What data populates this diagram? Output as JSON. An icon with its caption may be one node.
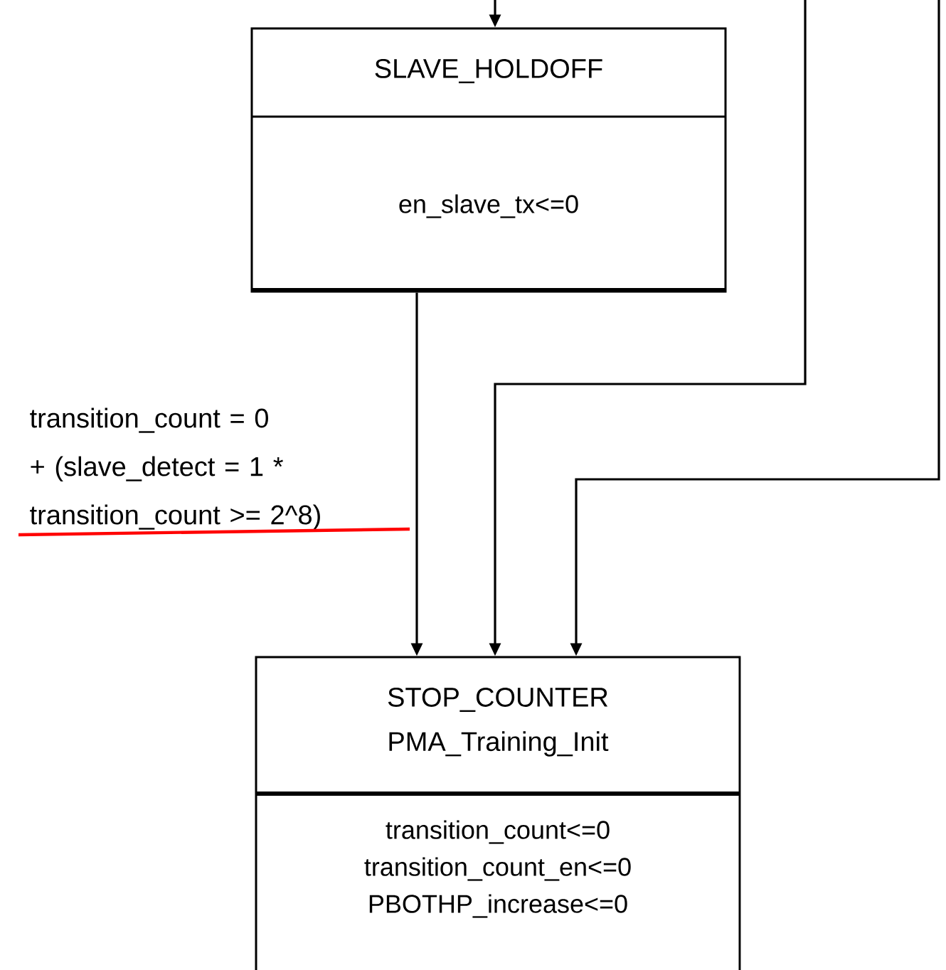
{
  "diagram": {
    "nodes": [
      {
        "text": [
          "SLAVE_HOLDOFF",
          "en_slave_tx<=0"
        ]
      },
      {
        "text": [
          "STOP_COUNTER",
          "PMA_Training_Init",
          "transition_count<=0",
          "transition_count_en<=0",
          "PBOTHP_increase<=0"
        ]
      }
    ],
    "edges": [
      {
        "from": null,
        "to": 0,
        "arrow": "to"
      },
      {
        "from": 0,
        "to": 1,
        "arrow": "to",
        "label": "transition_count = 0 + (slave_detect = 1 * transition_count >= 2^8)"
      },
      {
        "from": null,
        "to": 1,
        "arrow": "to"
      },
      {
        "from": null,
        "to": 1,
        "arrow": "to"
      }
    ]
  }
}
